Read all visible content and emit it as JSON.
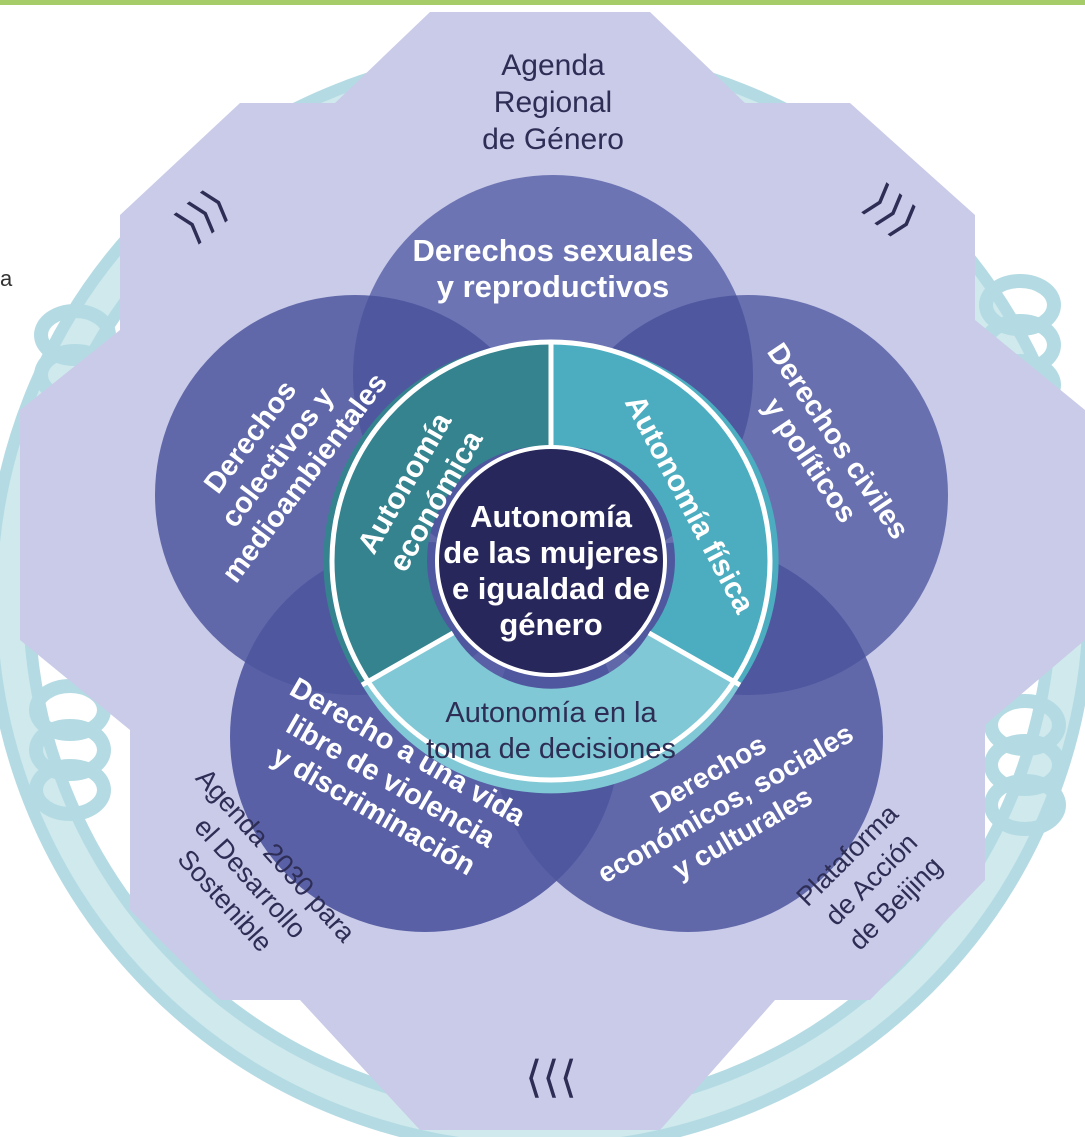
{
  "colors": {
    "top_bar": "#a6cc6a",
    "gear": "#c9cbe8",
    "chain": "#cfe9ed",
    "chain_outline": "#b4dbe3",
    "circle_top": "#6c74b4",
    "circle_left": "#6168aa",
    "circle_right": "#6870b0",
    "circle_bottom_left": "#5960a6",
    "circle_bottom_right": "#6168aa",
    "overlap": "#4f579f",
    "autonomia_economica": "#34838e",
    "autonomia_fisica": "#4badbf",
    "autonomia_decisiones": "#80c8d5",
    "center": "#27275c",
    "white": "#ffffff",
    "dark_text": "#2d2d55"
  },
  "stray_text": "a",
  "frameworks": {
    "agenda_regional": [
      "Agenda",
      "Regional",
      "de Género"
    ],
    "agenda_2030": [
      "Agenda 2030 para",
      "el Desarrollo",
      "Sostenible"
    ],
    "beijing": [
      "Plataforma",
      "de Acción",
      "de Beijing"
    ]
  },
  "arrows": {
    "top_left": "⟩⟩⟩",
    "top_right": "⟩⟩⟩",
    "bottom": "⟨⟨⟨"
  },
  "rights": {
    "sexuales": [
      "Derechos sexuales",
      "y reproductivos"
    ],
    "colectivos": [
      "Derechos",
      "colectivos y",
      "medioambientales"
    ],
    "civiles": [
      "Derechos civiles",
      "y políticos"
    ],
    "violencia": [
      "Derecho a una vida",
      "libre de violencia",
      "y discriminación"
    ],
    "economicos": [
      "Derechos",
      "económicos, sociales",
      "y culturales"
    ]
  },
  "autonomies": {
    "economica": [
      "Autonomía",
      "económica"
    ],
    "fisica": [
      "Autonomía física"
    ],
    "decisiones": [
      "Autonomía en la",
      "toma de decisiones"
    ]
  },
  "center": [
    "Autonomía",
    "de las mujeres",
    "e igualdad de",
    "género"
  ]
}
